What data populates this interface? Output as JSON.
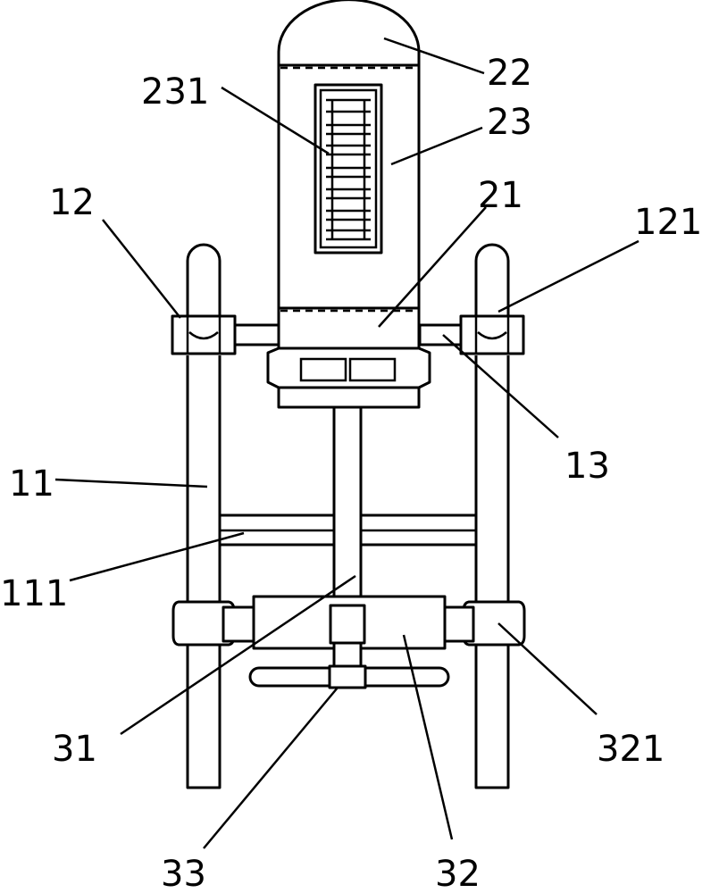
{
  "labels": {
    "l11": "11",
    "l111": "111",
    "l12": "12",
    "l121": "121",
    "l13": "13",
    "l21": "21",
    "l22": "22",
    "l23": "23",
    "l231": "231",
    "l31": "31",
    "l32": "32",
    "l321": "321",
    "l33": "33"
  },
  "colors": {
    "line": "#000000",
    "background": "#ffffff"
  }
}
